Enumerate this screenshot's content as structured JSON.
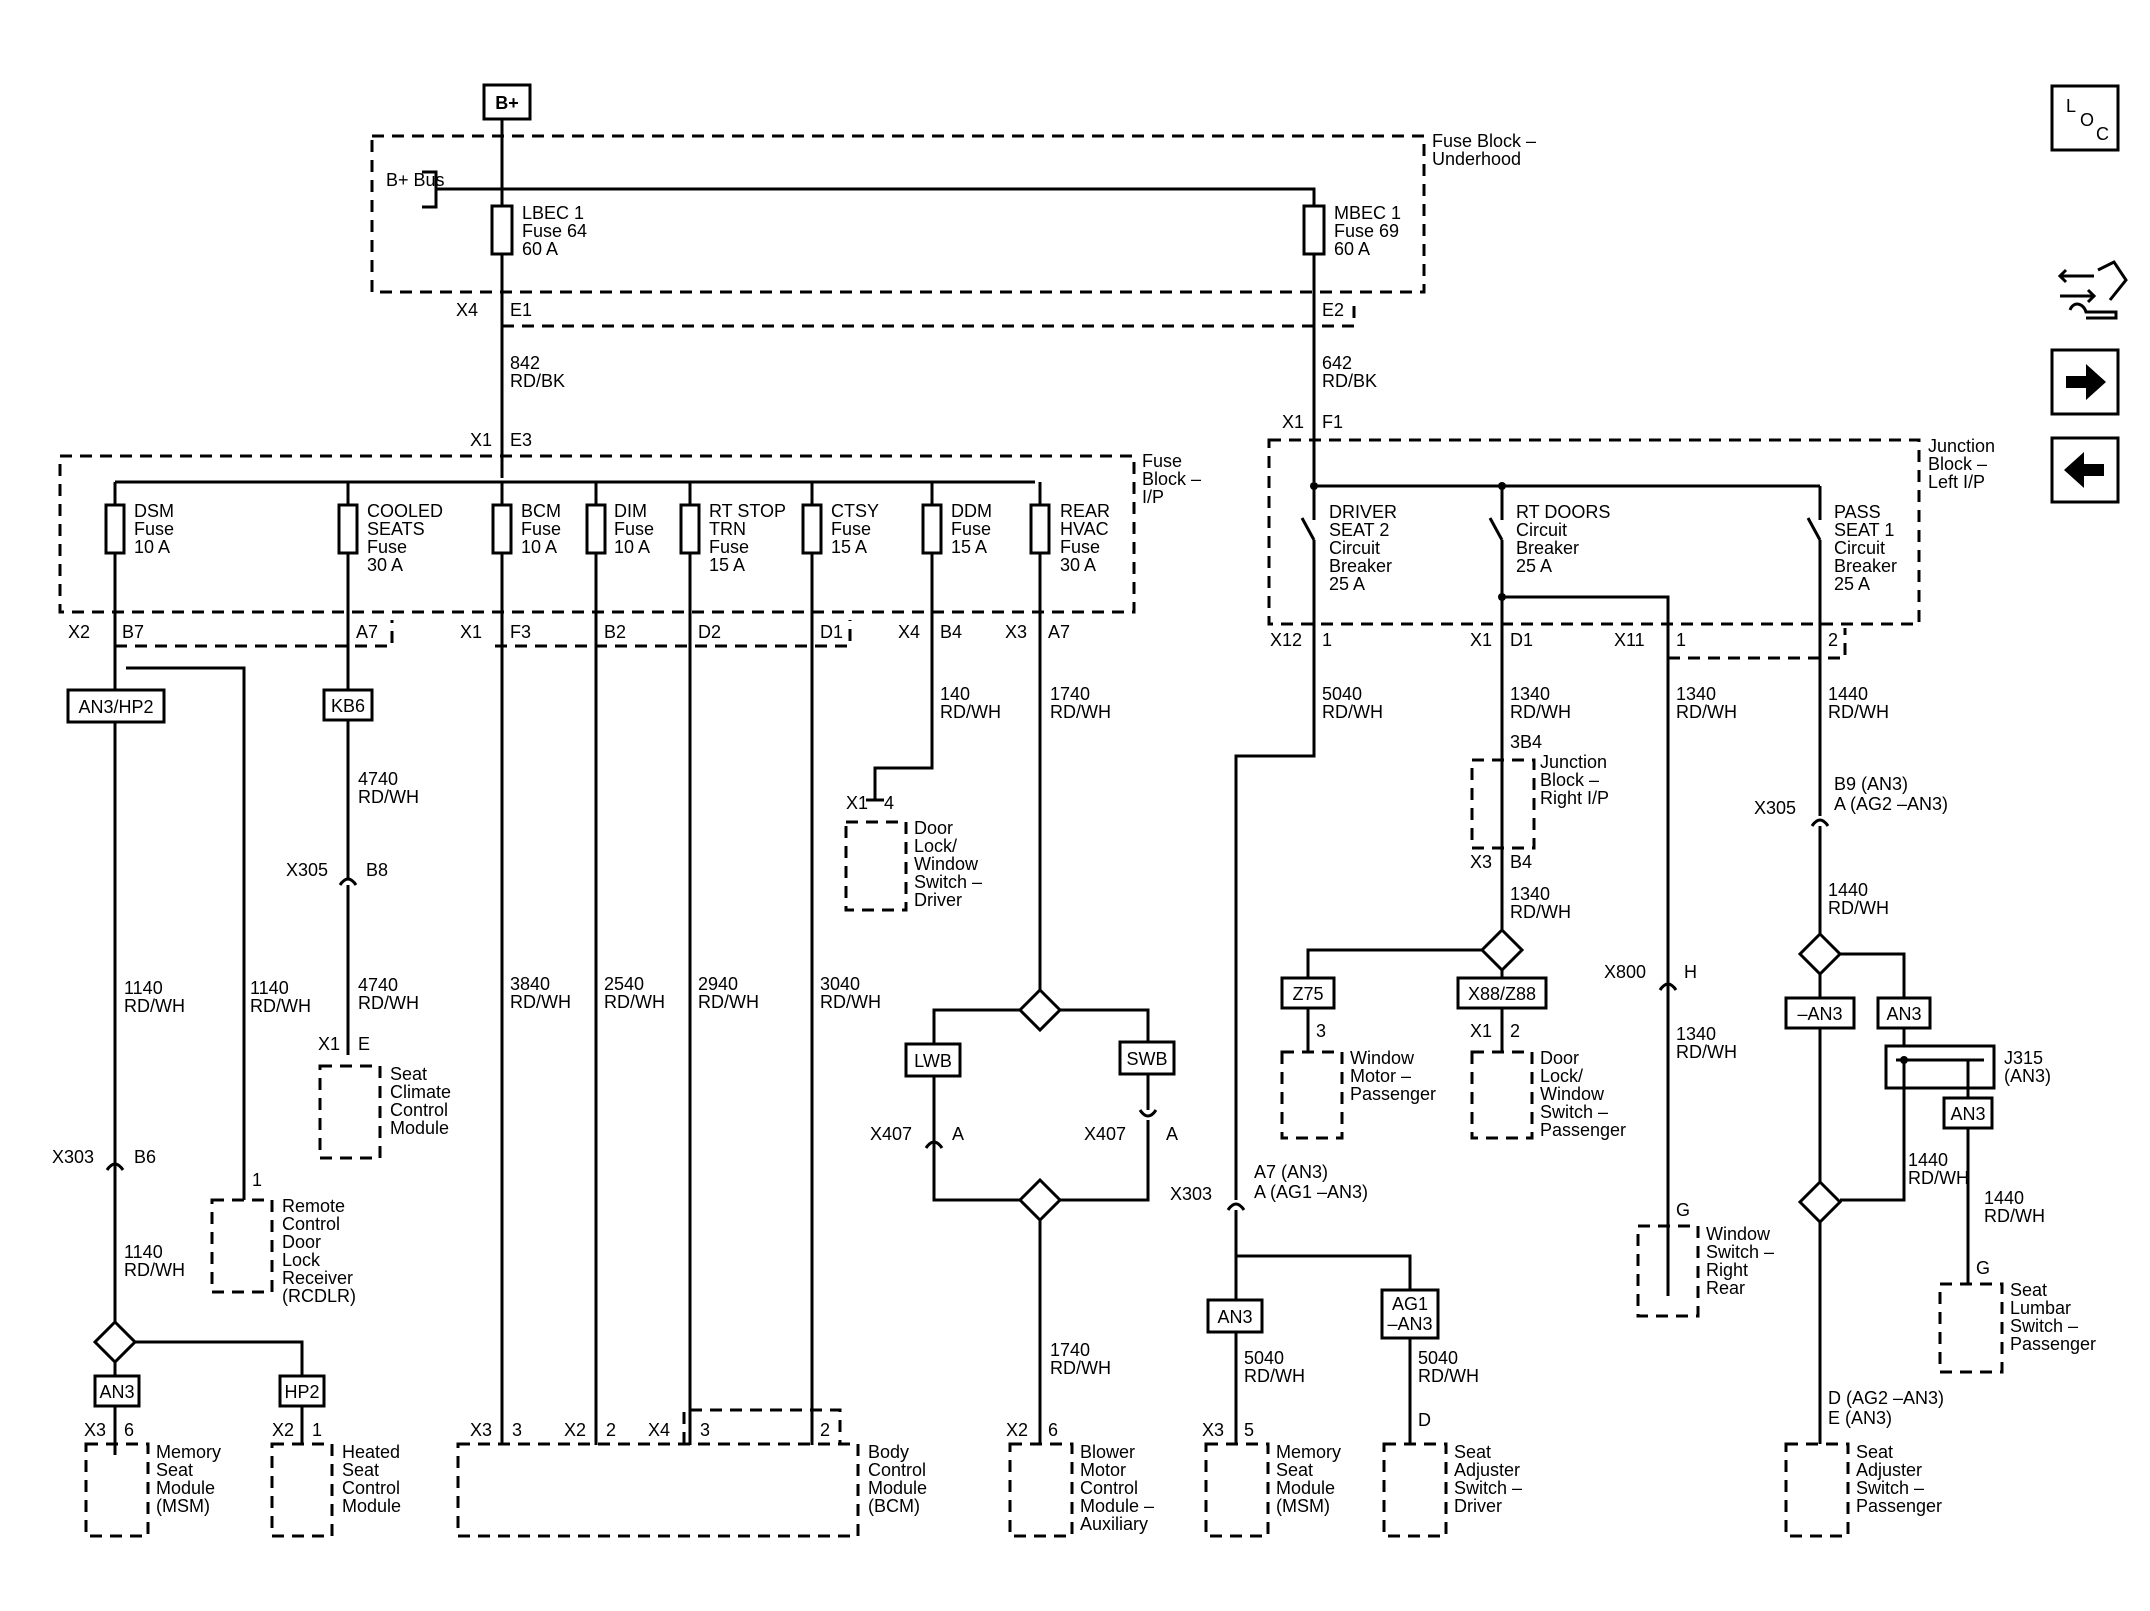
{
  "power": {
    "source": "B+",
    "bus": "B+ Bus"
  },
  "fuse_block_underhood": {
    "label": "Fuse Block – Underhood",
    "fuses": [
      {
        "name": "LBEC 1",
        "fuse": "Fuse 64",
        "rating": "60 A"
      },
      {
        "name": "MBEC 1",
        "fuse": "Fuse 69",
        "rating": "60 A"
      }
    ]
  },
  "fuse_block_ip": {
    "label": "Fuse Block – I/P",
    "fuses": [
      {
        "lines": [
          "DSM",
          "Fuse",
          "10 A"
        ]
      },
      {
        "lines": [
          "COOLED",
          "SEATS",
          "Fuse",
          "30 A"
        ]
      },
      {
        "lines": [
          "BCM",
          "Fuse",
          "10 A"
        ]
      },
      {
        "lines": [
          "DIM",
          "Fuse",
          "10 A"
        ]
      },
      {
        "lines": [
          "RT STOP",
          "TRN",
          "Fuse",
          "15 A"
        ]
      },
      {
        "lines": [
          "CTSY",
          "Fuse",
          "15 A"
        ]
      },
      {
        "lines": [
          "DDM",
          "Fuse",
          "15 A"
        ]
      },
      {
        "lines": [
          "REAR",
          "HVAC",
          "Fuse",
          "30 A"
        ]
      }
    ]
  },
  "junction_block_left": {
    "label": "Junction Block – Left I/P",
    "breakers": [
      {
        "lines": [
          "DRIVER",
          "SEAT 2",
          "Circuit",
          "Breaker",
          "25 A"
        ]
      },
      {
        "lines": [
          "RT DOORS",
          "Circuit",
          "Breaker",
          "25 A"
        ]
      },
      {
        "lines": [
          "PASS",
          "SEAT 1",
          "Circuit",
          "Breaker",
          "25 A"
        ]
      }
    ]
  },
  "junction_block_right": {
    "lines": [
      "Junction",
      "Block –",
      "Right I/P"
    ]
  },
  "connectors": [
    {
      "text": "X4"
    },
    {
      "text": "E1"
    },
    {
      "text": "E2"
    },
    {
      "text": "X1"
    },
    {
      "text": "E3"
    },
    {
      "text": "X1"
    },
    {
      "text": "F1"
    },
    {
      "text": "X2"
    },
    {
      "text": "B7"
    },
    {
      "text": "A7"
    },
    {
      "text": "X1"
    },
    {
      "text": "F3"
    },
    {
      "text": "B2"
    },
    {
      "text": "D2"
    },
    {
      "text": "D1"
    },
    {
      "text": "X4"
    },
    {
      "text": "B4"
    },
    {
      "text": "X3"
    },
    {
      "text": "A7"
    },
    {
      "text": "X12"
    },
    {
      "text": "1"
    },
    {
      "text": "X1"
    },
    {
      "text": "D1"
    },
    {
      "text": "X11"
    },
    {
      "text": "1"
    },
    {
      "text": "2"
    },
    {
      "text": "X305"
    },
    {
      "text": "B8"
    },
    {
      "text": "X1"
    },
    {
      "text": "E"
    },
    {
      "text": "X1"
    },
    {
      "text": "4"
    },
    {
      "text": "3B4"
    },
    {
      "text": "X3"
    },
    {
      "text": "B4"
    },
    {
      "text": "X305"
    },
    {
      "text": "B9 (AN3)"
    },
    {
      "text": "A (AG2 –AN3)"
    },
    {
      "text": "X303"
    },
    {
      "text": "B6"
    },
    {
      "text": "1"
    },
    {
      "text": "X407"
    },
    {
      "text": "A"
    },
    {
      "text": "X407"
    },
    {
      "text": "A"
    },
    {
      "text": "X800"
    },
    {
      "text": "H"
    },
    {
      "text": "3"
    },
    {
      "text": "X1"
    },
    {
      "text": "2"
    },
    {
      "text": "X303"
    },
    {
      "text": "A7 (AN3)"
    },
    {
      "text": "A (AG1 –AN3)"
    },
    {
      "text": "G"
    },
    {
      "text": "G"
    },
    {
      "text": "X3"
    },
    {
      "text": "6"
    },
    {
      "text": "X2"
    },
    {
      "text": "1"
    },
    {
      "text": "X3"
    },
    {
      "text": "3"
    },
    {
      "text": "X2"
    },
    {
      "text": "2"
    },
    {
      "text": "X4"
    },
    {
      "text": "3"
    },
    {
      "text": "2"
    },
    {
      "text": "X2"
    },
    {
      "text": "6"
    },
    {
      "text": "X3"
    },
    {
      "text": "5"
    },
    {
      "text": "D"
    },
    {
      "text": "D (AG2 –AN3)"
    },
    {
      "text": "E (AN3)"
    }
  ],
  "wires": [
    {
      "lines": [
        "842",
        "RD/BK"
      ]
    },
    {
      "lines": [
        "642",
        "RD/BK"
      ]
    },
    {
      "lines": [
        "4740",
        "RD/WH"
      ]
    },
    {
      "lines": [
        "4740",
        "RD/WH"
      ]
    },
    {
      "lines": [
        "140",
        "RD/WH"
      ]
    },
    {
      "lines": [
        "1740",
        "RD/WH"
      ]
    },
    {
      "lines": [
        "5040",
        "RD/WH"
      ]
    },
    {
      "lines": [
        "1340",
        "RD/WH"
      ]
    },
    {
      "lines": [
        "1340",
        "RD/WH"
      ]
    },
    {
      "lines": [
        "1440",
        "RD/WH"
      ]
    },
    {
      "lines": [
        "1340",
        "RD/WH"
      ]
    },
    {
      "lines": [
        "1440",
        "RD/WH"
      ]
    },
    {
      "lines": [
        "1140",
        "RD/WH"
      ]
    },
    {
      "lines": [
        "1140",
        "RD/WH"
      ]
    },
    {
      "lines": [
        "3840",
        "RD/WH"
      ]
    },
    {
      "lines": [
        "2540",
        "RD/WH"
      ]
    },
    {
      "lines": [
        "2940",
        "RD/WH"
      ]
    },
    {
      "lines": [
        "3040",
        "RD/WH"
      ]
    },
    {
      "lines": [
        "1340",
        "RD/WH"
      ]
    },
    {
      "lines": [
        "1140",
        "RD/WH"
      ]
    },
    {
      "lines": [
        "1440",
        "RD/WH"
      ]
    },
    {
      "lines": [
        "1440",
        "RD/WH"
      ]
    },
    {
      "lines": [
        "1740",
        "RD/WH"
      ]
    },
    {
      "lines": [
        "5040",
        "RD/WH"
      ]
    },
    {
      "lines": [
        "5040",
        "RD/WH"
      ]
    }
  ],
  "options": [
    {
      "text": "AN3/HP2"
    },
    {
      "text": "KB6"
    },
    {
      "text": "LWB"
    },
    {
      "text": "SWB"
    },
    {
      "text": "Z75"
    },
    {
      "text": "X88/Z88"
    },
    {
      "text": "–AN3"
    },
    {
      "text": "AN3"
    },
    {
      "text": "AN3"
    },
    {
      "text": "AN3"
    },
    {
      "text": "HP2"
    },
    {
      "text": "AN3"
    },
    {
      "text": "AG1"
    },
    {
      "text": "–AN3"
    }
  ],
  "splice": {
    "lines": [
      "J315",
      "(AN3)"
    ]
  },
  "components": [
    {
      "lines": [
        "Door",
        "Lock/",
        "Window",
        "Switch –",
        "Driver"
      ]
    },
    {
      "lines": [
        "Seat",
        "Climate",
        "Control",
        "Module"
      ]
    },
    {
      "lines": [
        "Remote",
        "Control",
        "Door",
        "Lock",
        "Receiver",
        "(RCDLR)"
      ]
    },
    {
      "lines": [
        "Window",
        "Motor –",
        "Passenger"
      ]
    },
    {
      "lines": [
        "Door",
        "Lock/",
        "Window",
        "Switch –",
        "Passenger"
      ]
    },
    {
      "lines": [
        "Window",
        "Switch –",
        "Right",
        "Rear"
      ]
    },
    {
      "lines": [
        "Seat",
        "Lumbar",
        "Switch –",
        "Passenger"
      ]
    },
    {
      "lines": [
        "Memory",
        "Seat",
        "Module",
        "(MSM)"
      ]
    },
    {
      "lines": [
        "Heated",
        "Seat",
        "Control",
        "Module"
      ]
    },
    {
      "lines": [
        "Body",
        "Control",
        "Module",
        "(BCM)"
      ]
    },
    {
      "lines": [
        "Blower",
        "Motor",
        "Control",
        "Module –",
        "Auxiliary"
      ]
    },
    {
      "lines": [
        "Memory",
        "Seat",
        "Module",
        "(MSM)"
      ]
    },
    {
      "lines": [
        "Seat",
        "Adjuster",
        "Switch –",
        "Driver"
      ]
    },
    {
      "lines": [
        "Seat",
        "Adjuster",
        "Switch –",
        "Passenger"
      ]
    }
  ],
  "nav_icons": [
    {
      "icon": "loc-icon",
      "text": "LOC"
    },
    {
      "icon": "ground-connector-icon"
    },
    {
      "icon": "arrow-right-icon"
    },
    {
      "icon": "arrow-left-icon"
    }
  ]
}
